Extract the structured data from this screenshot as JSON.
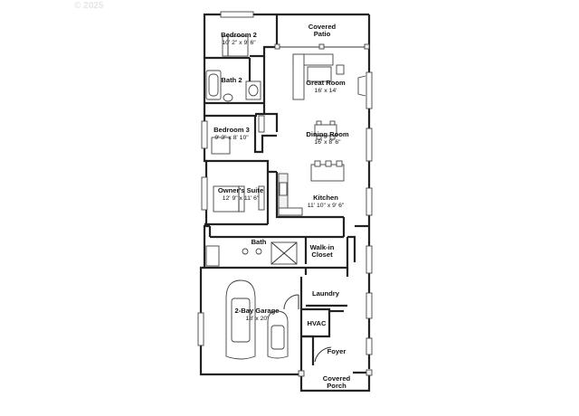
{
  "watermark": "© 2025",
  "rooms": {
    "bedroom2": {
      "name": "Bedroom 2",
      "dims": "10' 2\" x 9' 6\""
    },
    "covered_patio": {
      "name": "Covered",
      "name2": "Patio"
    },
    "bath2": {
      "name": "Bath 2"
    },
    "great_room": {
      "name": "Great Room",
      "dims": "16' x 14'"
    },
    "bedroom3": {
      "name": "Bedroom 3",
      "dims": "9' 3\" x 8' 10\""
    },
    "dining_room": {
      "name": "Dining Room",
      "dims": "16' x 8' 6\""
    },
    "owners_suite": {
      "name": "Owner's Suite",
      "dims": "12' 9\" x 11' 6\""
    },
    "kitchen": {
      "name": "Kitchen",
      "dims": "11' 10\" x 9' 6\""
    },
    "bath": {
      "name": "Bath"
    },
    "walk_in_closet": {
      "name": "Walk-in",
      "name2": "Closet"
    },
    "laundry": {
      "name": "Laundry"
    },
    "garage": {
      "name": "2-Bay Garage",
      "dims": "18' x 20'"
    },
    "hvac": {
      "name": "HVAC"
    },
    "foyer": {
      "name": "Foyer"
    },
    "covered_porch": {
      "name": "Covered",
      "name2": "Porch"
    }
  }
}
